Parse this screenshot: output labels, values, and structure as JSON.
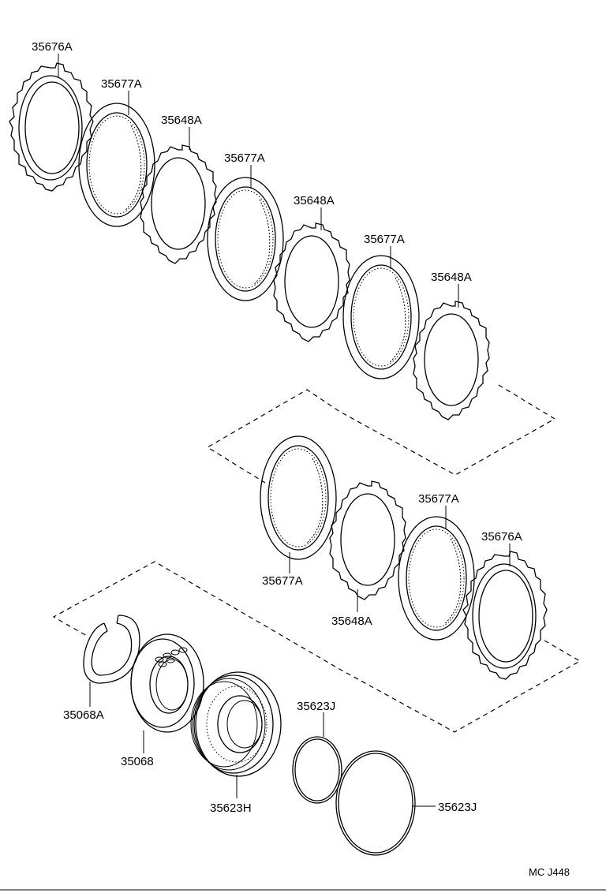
{
  "diagram": {
    "code": "MC J448",
    "labels": {
      "p35676A_top": "35676A",
      "p35677A_1": "35677A",
      "p35648A_1": "35648A",
      "p35677A_2": "35677A",
      "p35648A_2": "35648A",
      "p35677A_3": "35677A",
      "p35648A_3": "35648A",
      "p35677A_4": "35677A",
      "p35648A_4": "35648A",
      "p35677A_5": "35677A",
      "p35676A_bottom": "35676A",
      "p35068A": "35068A",
      "p35068": "35068",
      "p35623H": "35623H",
      "p35623J_small": "35623J",
      "p35623J_large": "35623J"
    }
  }
}
